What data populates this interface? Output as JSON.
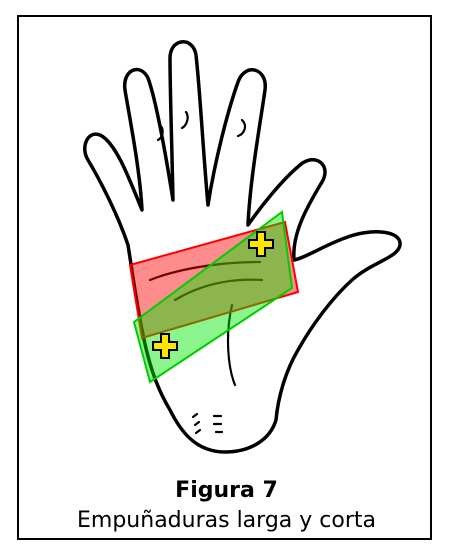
{
  "figure": {
    "title": "Figura 7",
    "caption": "Empuñaduras larga y corta"
  },
  "colors": {
    "long_grip": "#ff0000",
    "short_grip": "#00e600",
    "marker_fill": "#ffe600",
    "marker_stroke": "#000000",
    "outline": "#000000"
  },
  "icons": [
    "hand-outline",
    "plus-marker-icon"
  ]
}
